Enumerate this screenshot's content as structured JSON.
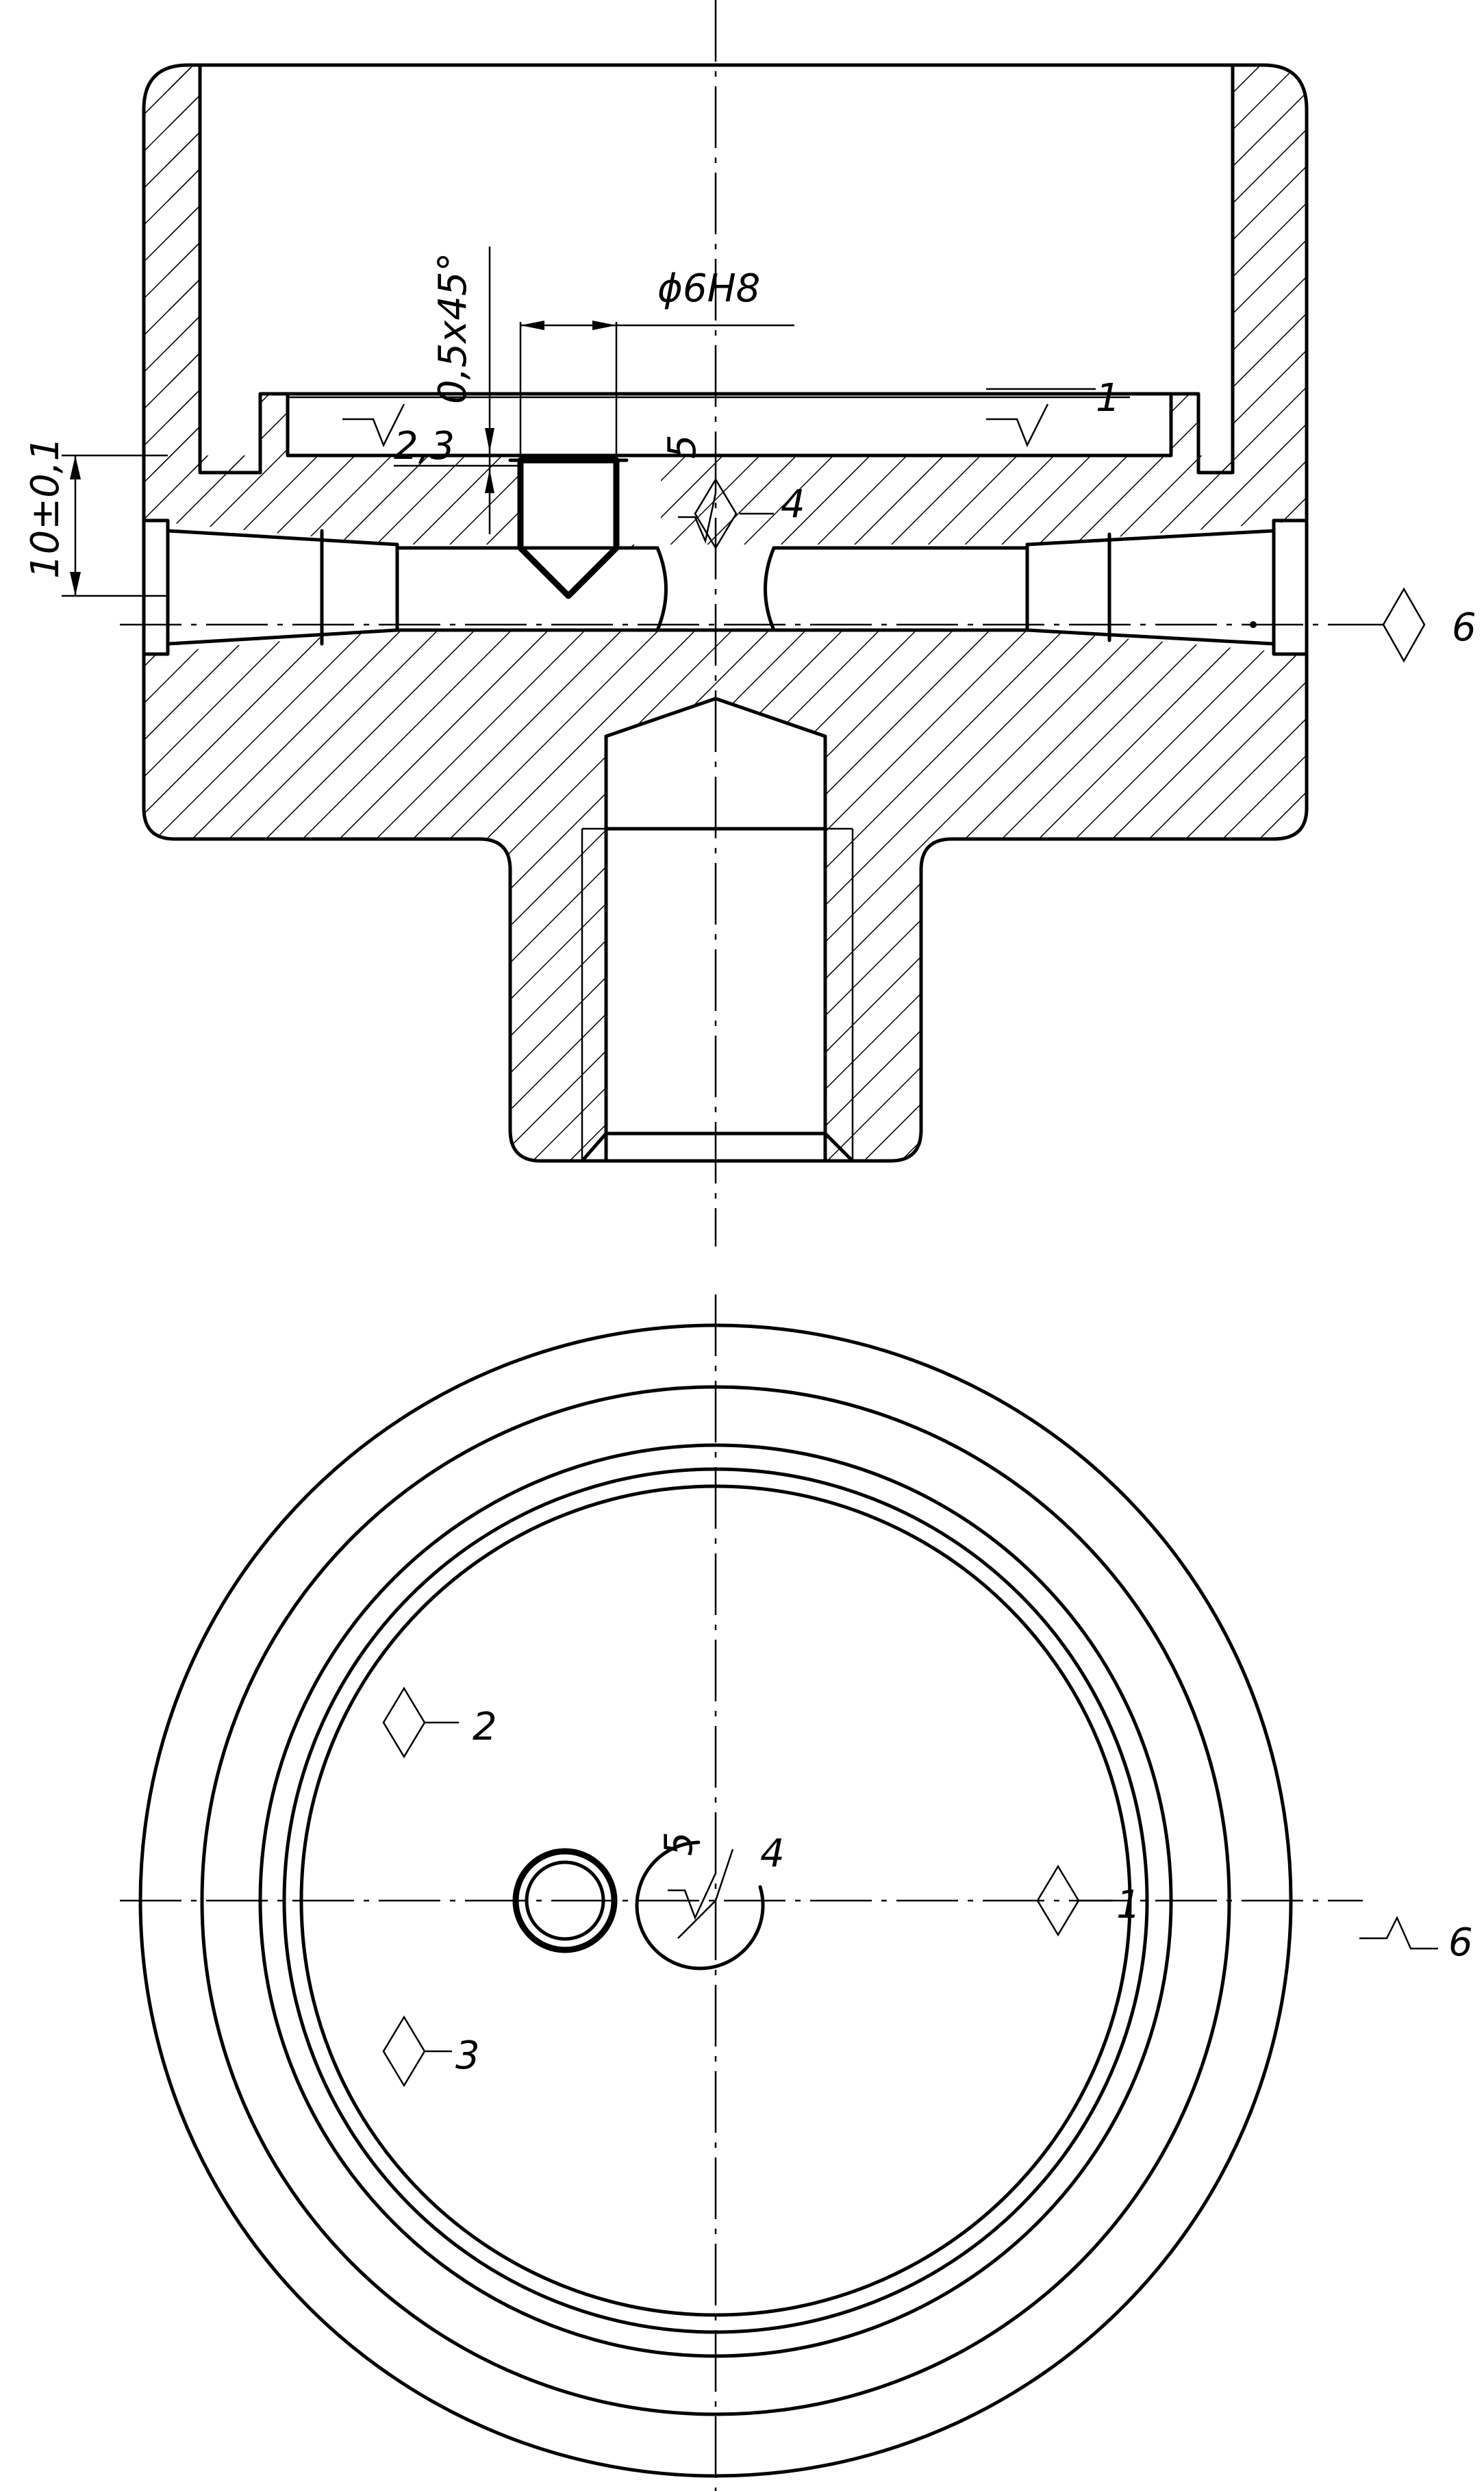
{
  "dimensions": {
    "bore_diameter": "ϕ6H8",
    "chamfer": "0,5x45°",
    "step_depth": "2,3",
    "thickness": "10±0,1"
  },
  "section_labels": {
    "surface_1": "1",
    "surface_4": "4",
    "surface_5": "5",
    "surface_6": "6"
  },
  "plan_labels": {
    "surface_1": "1",
    "surface_2": "2",
    "surface_3": "3",
    "surface_4": "4",
    "surface_5": "5",
    "surface_6": "6"
  }
}
